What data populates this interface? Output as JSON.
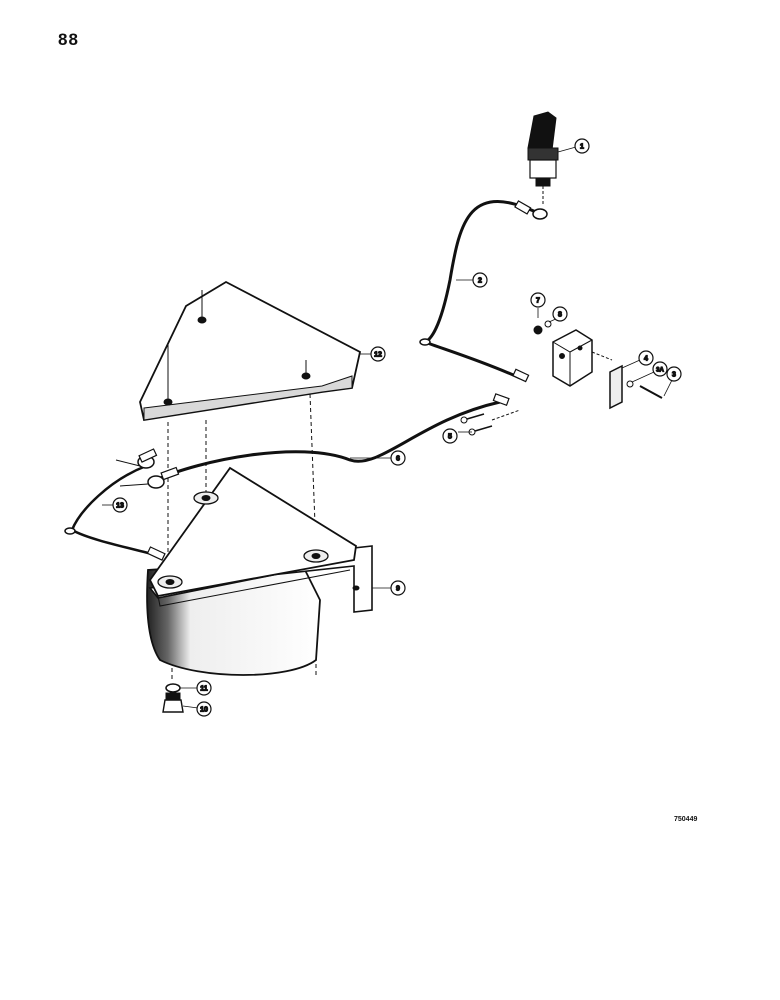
{
  "page": {
    "number": "88",
    "reference_code": "750449"
  },
  "callouts": [
    {
      "id": "callout-1",
      "label": "1"
    },
    {
      "id": "callout-2",
      "label": "2"
    },
    {
      "id": "callout-3",
      "label": "3"
    },
    {
      "id": "callout-4",
      "label": "4"
    },
    {
      "id": "callout-3a",
      "label": "3A"
    },
    {
      "id": "callout-5",
      "label": "5"
    },
    {
      "id": "callout-6",
      "label": "6"
    },
    {
      "id": "callout-7",
      "label": "7"
    },
    {
      "id": "callout-8",
      "label": "8"
    },
    {
      "id": "callout-9",
      "label": "9"
    },
    {
      "id": "callout-10",
      "label": "10"
    },
    {
      "id": "callout-11",
      "label": "11"
    },
    {
      "id": "callout-12",
      "label": "12"
    },
    {
      "id": "callout-13",
      "label": "13"
    }
  ],
  "colors": {
    "ink": "#111111",
    "paper": "#ffffff",
    "shade": "#d9d9d9"
  }
}
